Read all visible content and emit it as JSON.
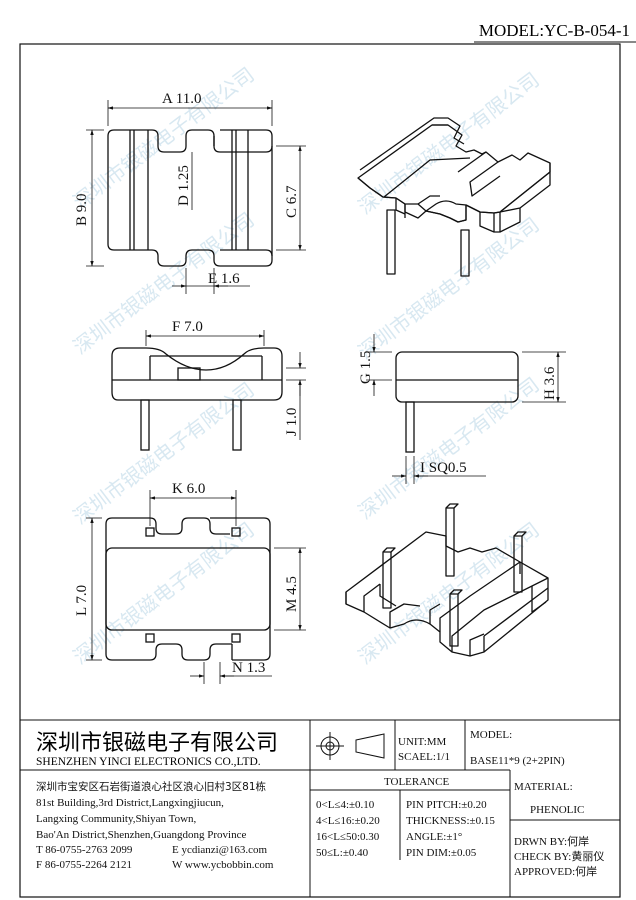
{
  "model_header": "MODEL:YC-B-054-1",
  "watermark": "深圳市银磁电子有限公司",
  "dimensions": {
    "A": "A 11.0",
    "B": "B 9.0",
    "C": "C 6.7",
    "D": "D 1.25",
    "E": "E 1.6",
    "F": "F 7.0",
    "G": "G 1.5",
    "H": "H 3.6",
    "I": "I SQ0.5",
    "J": "J 1.0",
    "K": "K 6.0",
    "L": "L 7.0",
    "M": "M 4.5",
    "N": "N 1.3"
  },
  "title_block": {
    "company_cn": "深圳市银磁电子有限公司",
    "company_en": "SHENZHEN YINCI ELECTRONICS CO.,LTD.",
    "address": [
      "深圳市宝安区石岩街道浪心社区浪心旧村3区81栋",
      "81st Building,3rd District,Langxingjiucun,",
      "Langxing Community,Shiyan Town,",
      "Bao'An District,Shenzhen,Guangdong Province"
    ],
    "tel": "T 86-0755-2763 2099",
    "fax": "F 86-0755-2264 2121",
    "email": "E ycdianzi@163.com",
    "web": "W www.ycbobbin.com",
    "unit": "UNIT:MM",
    "scale": "SCAEL:1/1",
    "model_label": "MODEL:",
    "model_value": "BASE11*9 (2+2PIN)",
    "tolerance_title": "TOLERANCE",
    "tolerances": [
      "0<L≤4:±0.10",
      "4<L≤16:±0.20",
      "16<L≤50:0.30",
      "50≤L:±0.40"
    ],
    "pin_specs": [
      "PIN PITCH:±0.20",
      "THICKNESS:±0.15",
      "ANGLE:±1°",
      "PIN DIM:±0.05"
    ],
    "material_label": "MATERIAL:",
    "material_value": "PHENOLIC",
    "drawn_by": "DRWN BY:何岸",
    "checked_by": "CHECK BY:黄丽仪",
    "approved_by": "APPROVED:何岸"
  }
}
